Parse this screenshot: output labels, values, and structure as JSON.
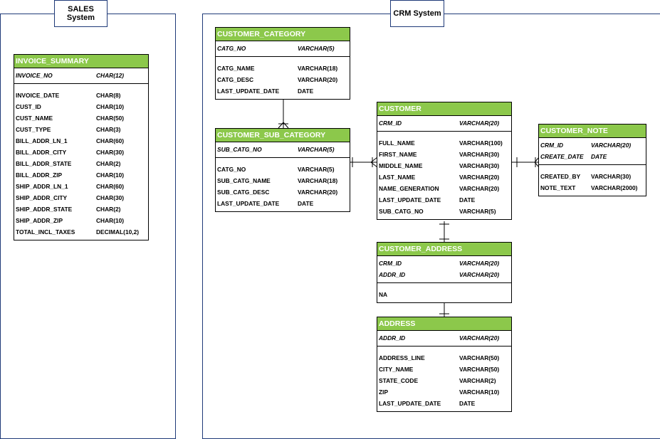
{
  "systems": {
    "sales": {
      "line1": "SALES",
      "line2": "System"
    },
    "crm": {
      "line1": "CRM System"
    }
  },
  "entities": {
    "invoice_summary": {
      "name": "INVOICE_SUMMARY",
      "pk": [
        {
          "name": "INVOICE_NO",
          "type": "CHAR(12)"
        }
      ],
      "attrs": [
        {
          "name": "INVOICE_DATE",
          "type": "CHAR(8)"
        },
        {
          "name": "CUST_ID",
          "type": "CHAR(10)"
        },
        {
          "name": "CUST_NAME",
          "type": "CHAR(50)"
        },
        {
          "name": "CUST_TYPE",
          "type": "CHAR(3)"
        },
        {
          "name": "BILL_ADDR_LN_1",
          "type": "CHAR(60)"
        },
        {
          "name": "BILL_ADDR_CITY",
          "type": "CHAR(30)"
        },
        {
          "name": "BILL_ADDR_STATE",
          "type": "CHAR(2)"
        },
        {
          "name": "BILL_ADDR_ZIP",
          "type": "CHAR(10)"
        },
        {
          "name": "SHIP_ADDR_LN_1",
          "type": "CHAR(60)"
        },
        {
          "name": "SHIP_ADDR_CITY",
          "type": "CHAR(30)"
        },
        {
          "name": "SHIP_ADDR_STATE",
          "type": "CHAR(2)"
        },
        {
          "name": "SHIP_ADDR_ZIP",
          "type": "CHAR(10)"
        },
        {
          "name": "TOTAL_INCL_TAXES",
          "type": "DECIMAL(10,2)"
        }
      ]
    },
    "customer_category": {
      "name": "CUSTOMER_CATEGORY",
      "pk": [
        {
          "name": "CATG_NO",
          "type": "VARCHAR(5)"
        }
      ],
      "attrs": [
        {
          "name": "CATG_NAME",
          "type": "VARCHAR(18)"
        },
        {
          "name": "CATG_DESC",
          "type": "VARCHAR(20)"
        },
        {
          "name": "LAST_UPDATE_DATE",
          "type": "DATE"
        }
      ]
    },
    "customer_sub_category": {
      "name": "CUSTOMER_SUB_CATEGORY",
      "pk": [
        {
          "name": "SUB_CATG_NO",
          "type": "VARCHAR(5)"
        }
      ],
      "attrs": [
        {
          "name": "CATG_NO",
          "type": "VARCHAR(5)"
        },
        {
          "name": "SUB_CATG_NAME",
          "type": "VARCHAR(18)"
        },
        {
          "name": "SUB_CATG_DESC",
          "type": "VARCHAR(20)"
        },
        {
          "name": "LAST_UPDATE_DATE",
          "type": "DATE"
        }
      ]
    },
    "customer": {
      "name": "CUSTOMER",
      "pk": [
        {
          "name": "CRM_ID",
          "type": "VARCHAR(20)"
        }
      ],
      "attrs": [
        {
          "name": "FULL_NAME",
          "type": "VARCHAR(100)"
        },
        {
          "name": "FIRST_NAME",
          "type": "VARCHAR(30)"
        },
        {
          "name": "MIDDLE_NAME",
          "type": "VARCHAR(30)"
        },
        {
          "name": "LAST_NAME",
          "type": "VARCHAR(20)"
        },
        {
          "name": "NAME_GENERATION",
          "type": "VARCHAR(20)"
        },
        {
          "name": "LAST_UPDATE_DATE",
          "type": "DATE"
        },
        {
          "name": "SUB_CATG_NO",
          "type": "VARCHAR(5)"
        }
      ]
    },
    "customer_note": {
      "name": "CUSTOMER_NOTE",
      "pk": [
        {
          "name": "CRM_ID",
          "type": "VARCHAR(20)"
        },
        {
          "name": "CREATE_DATE",
          "type": "DATE"
        }
      ],
      "attrs": [
        {
          "name": "CREATED_BY",
          "type": "VARCHAR(30)"
        },
        {
          "name": "NOTE_TEXT",
          "type": "VARCHAR(2000)"
        }
      ]
    },
    "customer_address": {
      "name": "CUSTOMER_ADDRESS",
      "pk": [
        {
          "name": "CRM_ID",
          "type": "VARCHAR(20)"
        },
        {
          "name": "ADDR_ID",
          "type": "VARCHAR(20)"
        }
      ],
      "attrs": [
        {
          "name": "NA",
          "type": ""
        }
      ]
    },
    "address": {
      "name": "ADDRESS",
      "pk": [
        {
          "name": "ADDR_ID",
          "type": "VARCHAR(20)"
        }
      ],
      "attrs": [
        {
          "name": "ADDRESS_LINE",
          "type": "VARCHAR(50)"
        },
        {
          "name": "CITY_NAME",
          "type": "VARCHAR(50)"
        },
        {
          "name": "STATE_CODE",
          "type": "VARCHAR(2)"
        },
        {
          "name": "ZIP",
          "type": "VARCHAR(10)"
        },
        {
          "name": "LAST_UPDATE_DATE",
          "type": "DATE"
        }
      ]
    }
  },
  "colors": {
    "header": "#8cc84b",
    "frame": "#1f3a78"
  }
}
